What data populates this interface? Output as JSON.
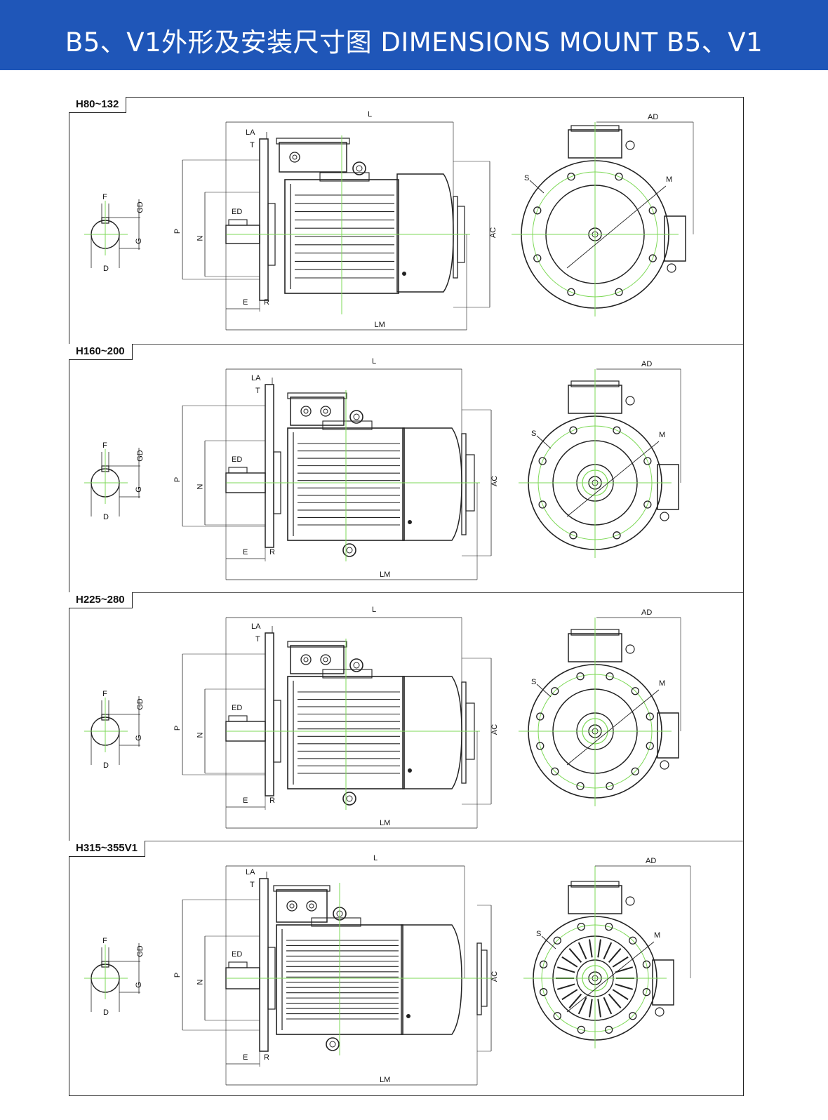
{
  "title": "B5、V1外形及安装尺寸图 DIMENSIONS MOUNT B5、V1",
  "panels": [
    {
      "id": "h80",
      "label": "H80~132",
      "variant": "small"
    },
    {
      "id": "h160",
      "label": "H160~200",
      "variant": "medium"
    },
    {
      "id": "h225",
      "label": "H225~280",
      "variant": "large"
    },
    {
      "id": "h315",
      "label": "H315~355V1",
      "variant": "xlarge"
    }
  ],
  "dims": {
    "L": "L",
    "LM": "LM",
    "LA": "LA",
    "T": "T",
    "E": "E",
    "R": "R",
    "ED": "ED",
    "P": "P",
    "N": "N",
    "AC": "AC",
    "AD": "AD",
    "S": "S",
    "M": "M",
    "F": "F",
    "GD": "GD",
    "G": "G",
    "D": "D"
  },
  "colors": {
    "banner": "#1f56b8",
    "centerline": "#7ed957",
    "ink": "#222222"
  }
}
